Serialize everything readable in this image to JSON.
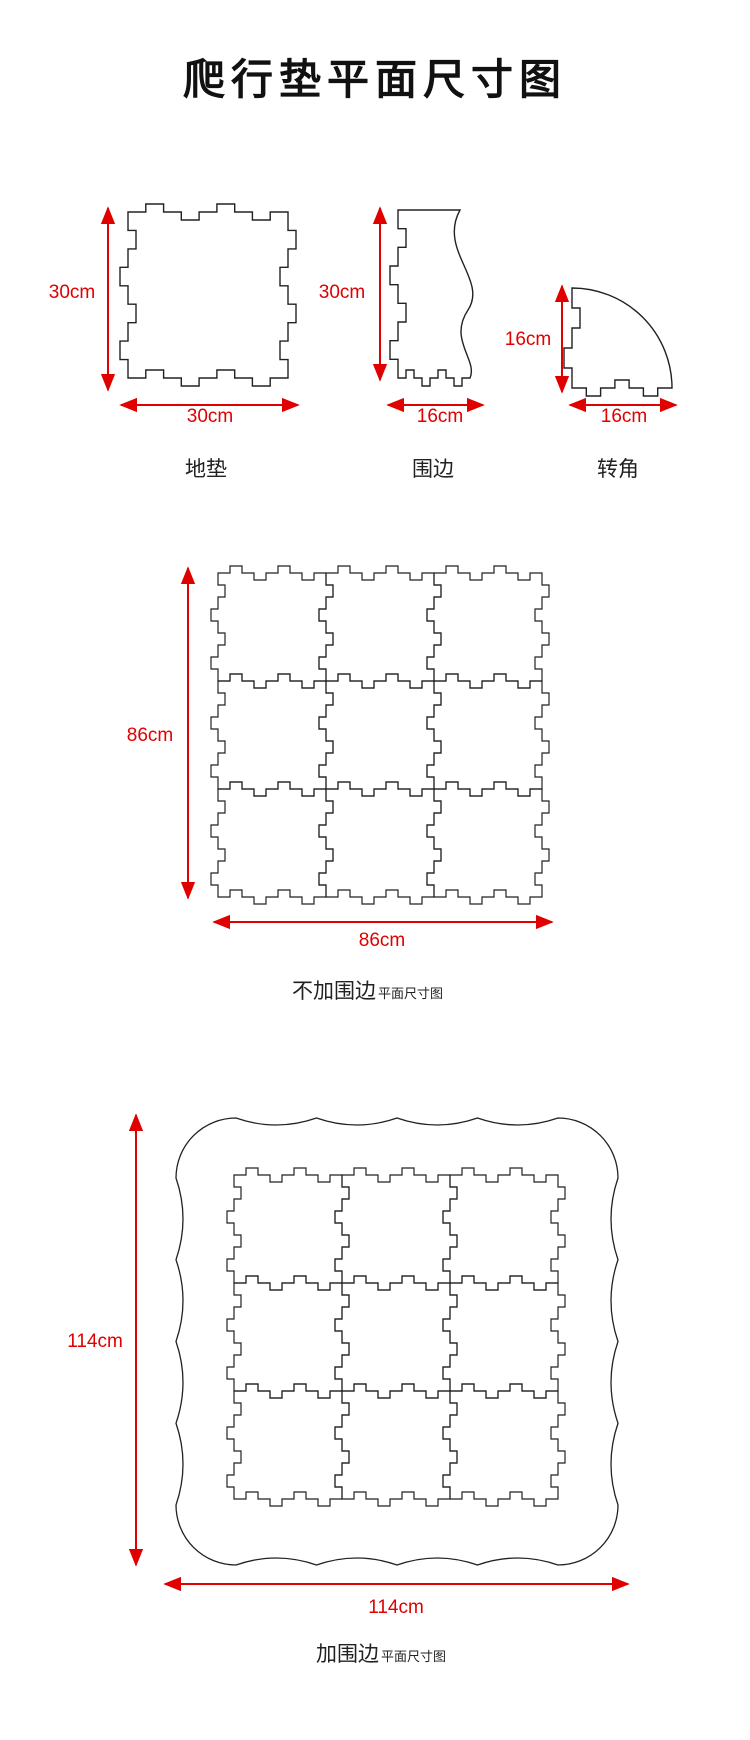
{
  "title": "爬行垫平面尺寸图",
  "colors": {
    "dimension": "#e00000",
    "outline": "#222222"
  },
  "pieces": [
    {
      "name": "地垫",
      "height": "30cm",
      "width": "30cm"
    },
    {
      "name": "围边",
      "height": "30cm",
      "width": "16cm"
    },
    {
      "name": "转角",
      "height": "16cm",
      "width": "16cm"
    }
  ],
  "grid_no_border": {
    "height": "86cm",
    "width": "86cm",
    "caption_main": "不加围边",
    "caption_sub": "平面尺寸图",
    "rows": 3,
    "cols": 3
  },
  "grid_with_border": {
    "height": "114cm",
    "width": "114cm",
    "caption_main": "加围边",
    "caption_sub": "平面尺寸图",
    "rows": 3,
    "cols": 3
  }
}
